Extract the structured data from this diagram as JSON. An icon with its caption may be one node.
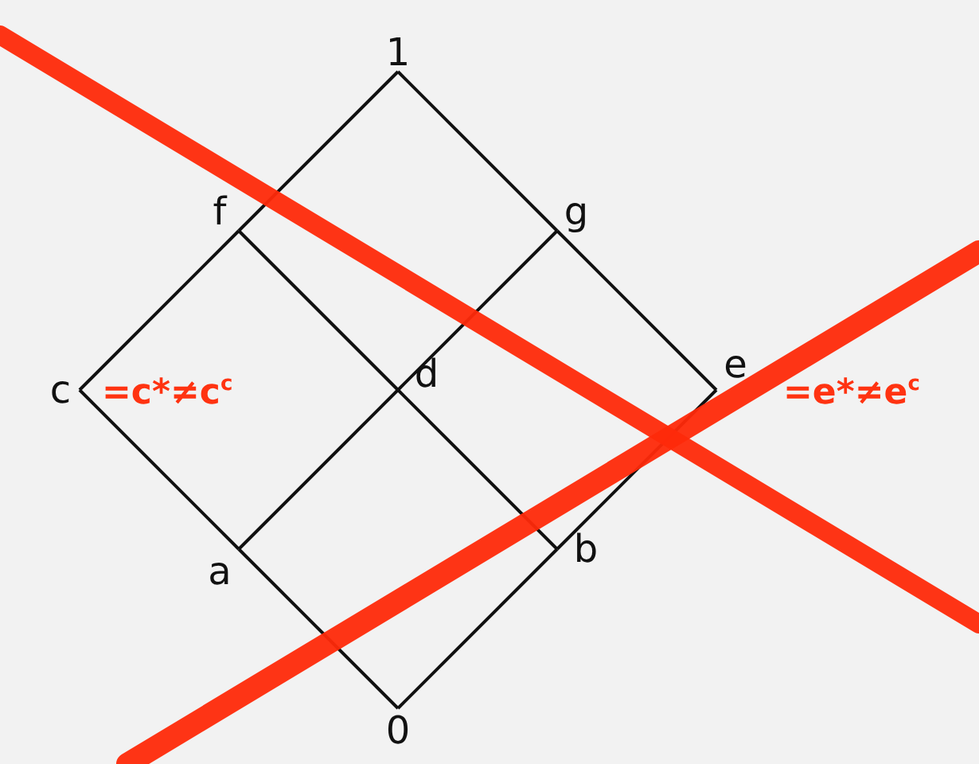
{
  "diagram": {
    "nodes": [
      {
        "text": [
          "1"
        ]
      },
      {
        "text": [
          "f"
        ]
      },
      {
        "text": [
          "g"
        ]
      },
      {
        "text": [
          "c"
        ],
        "beside": [
          "=c*≠c$^{c}$"
        ]
      },
      {
        "text": [
          "d"
        ]
      },
      {
        "text": [
          "e"
        ],
        "beside": [
          "=e*≠e$^{c}$"
        ]
      },
      {
        "text": [
          "a"
        ]
      },
      {
        "text": [
          "b"
        ]
      },
      {
        "text": [
          "0"
        ]
      }
    ],
    "edges": [
      {
        "from": 0,
        "to": 1,
        "arrow": "none"
      },
      {
        "from": 0,
        "to": 2,
        "arrow": "none"
      },
      {
        "from": 1,
        "to": 3,
        "arrow": "none"
      },
      {
        "from": 2,
        "to": 5,
        "arrow": "none"
      },
      {
        "from": 1,
        "to": 4,
        "arrow": "none"
      },
      {
        "from": 2,
        "to": 4,
        "arrow": "none"
      },
      {
        "from": 4,
        "to": 6,
        "arrow": "none"
      },
      {
        "from": 4,
        "to": 7,
        "arrow": "none"
      },
      {
        "from": 3,
        "to": 6,
        "arrow": "none"
      },
      {
        "from": 5,
        "to": 7,
        "arrow": "none"
      },
      {
        "from": 6,
        "to": 8,
        "arrow": "none"
      },
      {
        "from": 7,
        "to": 8,
        "arrow": "none"
      }
    ]
  }
}
